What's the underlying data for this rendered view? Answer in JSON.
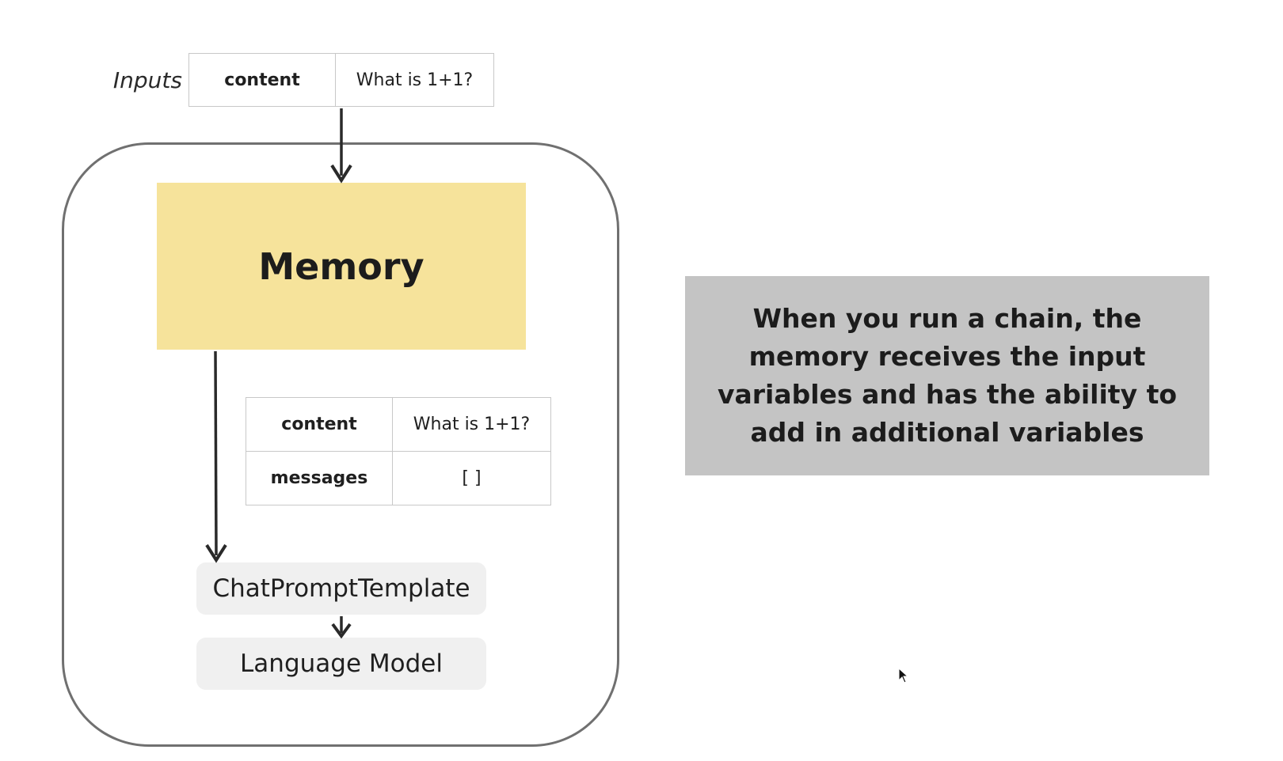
{
  "inputs": {
    "label": "Inputs",
    "rows": [
      {
        "key": "content",
        "value": "What is 1+1?"
      }
    ]
  },
  "memory": {
    "title": "Memory",
    "fill_color": "#f6e39b"
  },
  "memory_output": {
    "rows": [
      {
        "key": "content",
        "value": "What is 1+1?"
      },
      {
        "key": "messages",
        "value": "[  ]"
      }
    ]
  },
  "pipeline": {
    "prompt_template": "ChatPromptTemplate",
    "language_model": "Language Model"
  },
  "callout": {
    "text": "When you run a chain, the memory receives the input variables and has the ability to add in additional variables",
    "background_color": "#c4c4c4"
  },
  "icons": {
    "cursor": "mouse-pointer-icon"
  }
}
